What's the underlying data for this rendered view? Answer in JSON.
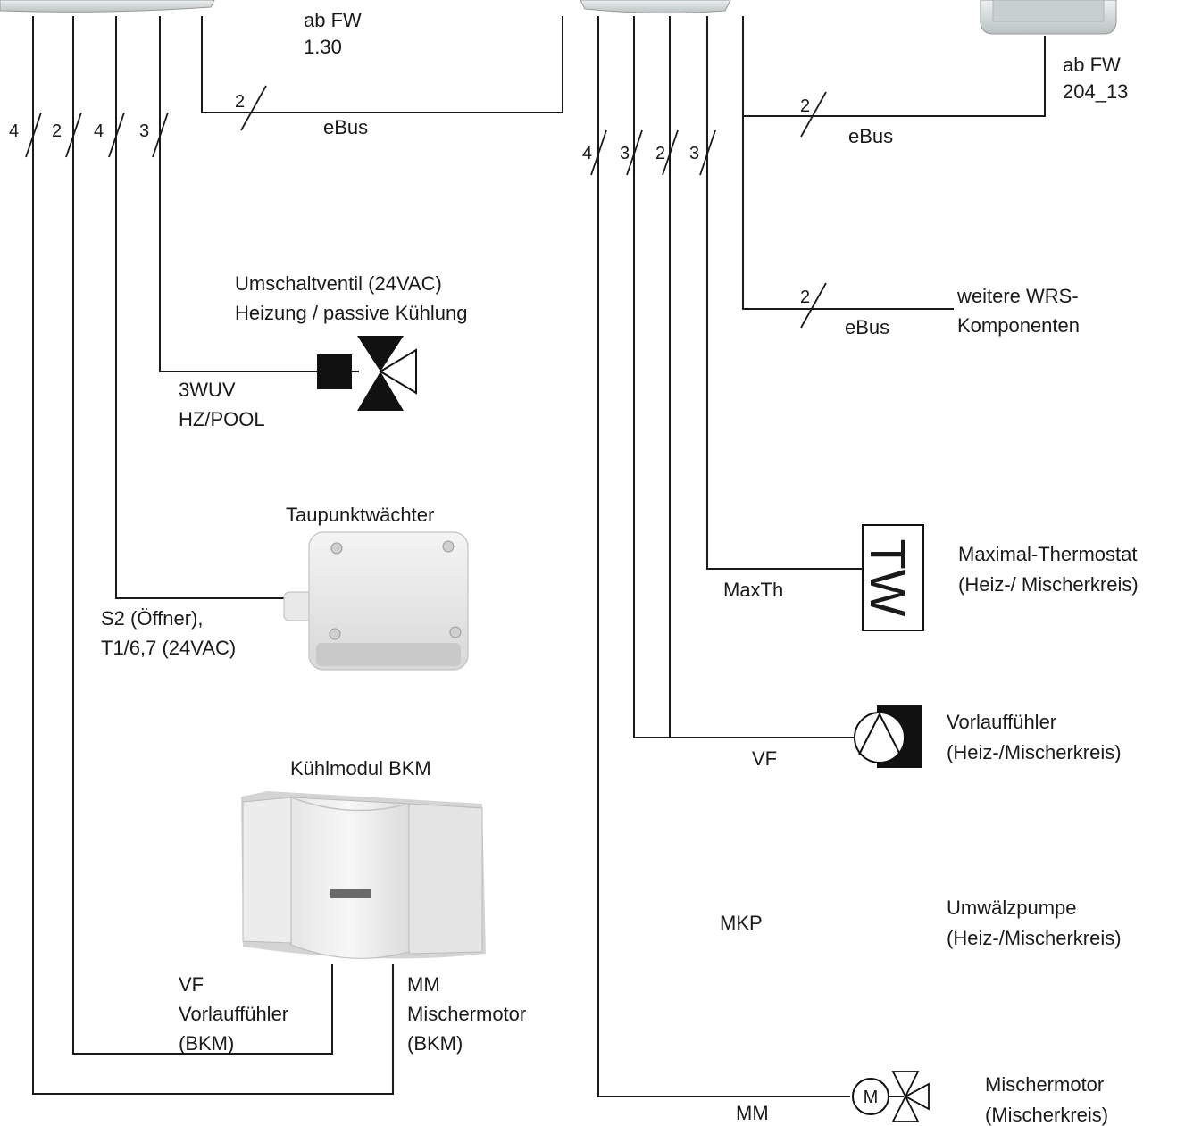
{
  "top": {
    "fw_left": [
      "ab FW",
      "1.30"
    ],
    "fw_right": [
      "ab FW",
      "204_13"
    ]
  },
  "bus": {
    "ebus1": "eBus",
    "ebus2": "eBus",
    "ebus3": "eBus",
    "count_ebus1": "2",
    "count_ebus2": "2",
    "count_ebus3": "2"
  },
  "left_counts": [
    "4",
    "2",
    "4",
    "3"
  ],
  "right_counts": [
    "4",
    "3",
    "2",
    "3"
  ],
  "wrs": [
    "weitere WRS-",
    "Komponenten"
  ],
  "valve": {
    "title": [
      "Umschaltventil (24VAC)",
      "Heizung / passive Kühlung"
    ],
    "label": [
      "3WUV",
      "HZ/POOL"
    ]
  },
  "dew": {
    "title": "Taupunktwächter",
    "label": [
      "S2 (Öffner),",
      "T1/6,7 (24VAC)"
    ]
  },
  "bkm": {
    "title": "Kühlmodul BKM",
    "vf": [
      "VF",
      "Vorlauffühler",
      "(BKM)"
    ],
    "mm": [
      "MM",
      "Mischermotor",
      "(BKM)"
    ]
  },
  "maxth": {
    "wire": "MaxTh",
    "symbol": "TW",
    "desc": [
      "Maximal-Thermostat",
      "(Heiz-/ Mischerkreis)"
    ]
  },
  "vf": {
    "wire": "VF",
    "desc": [
      "Vorlauffühler",
      "(Heiz-/Mischerkreis)"
    ]
  },
  "mkp": {
    "wire": "MKP",
    "desc": [
      "Umwälzpumpe",
      "(Heiz-/Mischerkreis)"
    ]
  },
  "mm": {
    "wire": "MM",
    "symbol": "M",
    "desc": [
      "Mischermotor",
      "(Mischerkreis)"
    ]
  }
}
